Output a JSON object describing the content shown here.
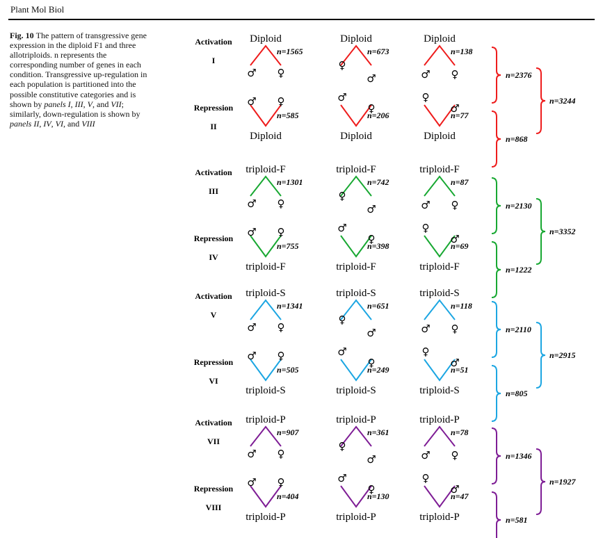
{
  "header": {
    "journal": "Plant Mol Biol"
  },
  "caption": {
    "fig_label": "Fig. 10",
    "parts": [
      {
        "t": "The pattern of transgressive gene expression in the diploid F1 and three allotriploids. n represents the corresponding number of genes in each condition. Transgressive up-regulation in each population is partitioned into the possible constitutive categories and is shown by ",
        "i": false
      },
      {
        "t": "panels I",
        "i": true
      },
      {
        "t": ", ",
        "i": false
      },
      {
        "t": "III",
        "i": true
      },
      {
        "t": ", ",
        "i": false
      },
      {
        "t": "V",
        "i": true
      },
      {
        "t": ", and ",
        "i": false
      },
      {
        "t": "VII",
        "i": true
      },
      {
        "t": "; similarly, down-regulation is shown by ",
        "i": false
      },
      {
        "t": "panels II",
        "i": true
      },
      {
        "t": ", ",
        "i": false
      },
      {
        "t": "IV",
        "i": true
      },
      {
        "t": ", ",
        "i": false
      },
      {
        "t": "VI",
        "i": true
      },
      {
        "t": ", and ",
        "i": false
      },
      {
        "t": "VIII",
        "i": true
      }
    ]
  },
  "symbols": {
    "male": "♂",
    "female": "♀"
  },
  "groups": [
    {
      "population": "Diploid",
      "color": "#ee1c1c",
      "rows": [
        {
          "type": "Activation",
          "roman": "I",
          "n": [
            "n=1565",
            "n=673",
            "n=138"
          ]
        },
        {
          "type": "Repression",
          "roman": "II",
          "n": [
            "n=585",
            "n=206",
            "n=77"
          ]
        }
      ],
      "row_totals": [
        "n=2376",
        "n=868"
      ],
      "total": "n=3244"
    },
    {
      "population": "triploid-F",
      "color": "#18a832",
      "rows": [
        {
          "type": "Activation",
          "roman": "III",
          "n": [
            "n=1301",
            "n=742",
            "n=87"
          ]
        },
        {
          "type": "Repression",
          "roman": "IV",
          "n": [
            "n=755",
            "n=398",
            "n=69"
          ]
        }
      ],
      "row_totals": [
        "n=2130",
        "n=1222"
      ],
      "total": "n=3352"
    },
    {
      "population": "triploid-S",
      "color": "#1ca6e2",
      "rows": [
        {
          "type": "Activation",
          "roman": "V",
          "n": [
            "n=1341",
            "n=651",
            "n=118"
          ]
        },
        {
          "type": "Repression",
          "roman": "VI",
          "n": [
            "n=505",
            "n=249",
            "n=51"
          ]
        }
      ],
      "row_totals": [
        "n=2110",
        "n=805"
      ],
      "total": "n=2915"
    },
    {
      "population": "triploid-P",
      "color": "#7e1d95",
      "rows": [
        {
          "type": "Activation",
          "roman": "VII",
          "n": [
            "n=907",
            "n=361",
            "n=78"
          ]
        },
        {
          "type": "Repression",
          "roman": "VIII",
          "n": [
            "n=404",
            "n=130",
            "n=47"
          ]
        }
      ],
      "row_totals": [
        "n=1346",
        "n=581"
      ],
      "total": "n=1927"
    }
  ]
}
